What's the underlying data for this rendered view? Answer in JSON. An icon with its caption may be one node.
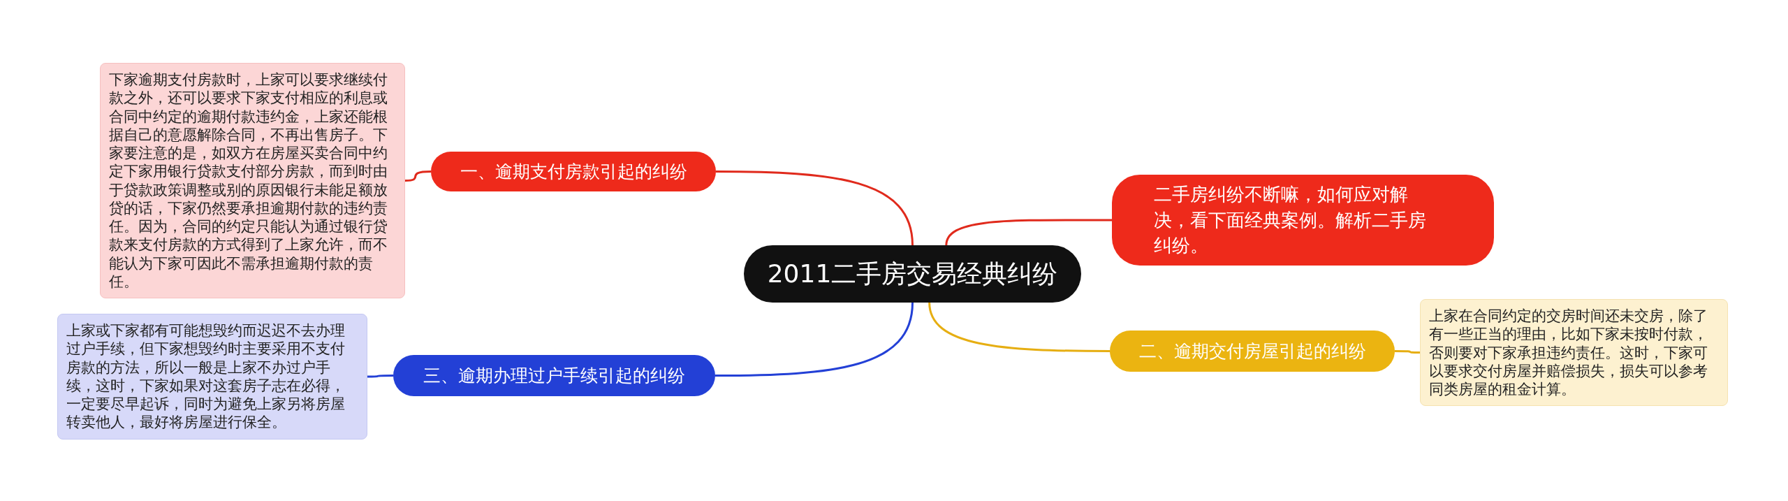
{
  "diagram": {
    "nodes": [
      {
        "text": [
          "2011二手房交易经典纠纷"
        ]
      },
      {
        "text": [
          "一、逾期支付房款引起的纠纷"
        ]
      },
      {
        "text": [
          "下家逾期支付房款时，上家可以要求继续付款之外，还可以要求下家支付相应的利息或合同中约定的逾期付款违约金，上家还能根据自己的意愿解除合同，不再出售房子。下家要注意的是，如双方在房屋买卖合同中约定下家用银行贷款支付部分房款，而到时由于贷款政策调整或别的原因银行未能足额放贷的话，下家仍然要承担逾期付款的违约责任。因为，合同的约定只能认为通过银行贷款来支付房款的方式得到了上家允许，而不能认为下家可因此不需承担逾期付款的责任。"
        ]
      },
      {
        "text": [
          "二手房纠纷不断嘛，如何应对解决，看下面经典案例。解析二手房纠纷。"
        ]
      },
      {
        "text": [
          "二、逾期交付房屋引起的纠纷"
        ]
      },
      {
        "text": [
          "上家在合同约定的交房时间还未交房，除了有一些正当的理由，比如下家未按时付款，否则要对下家承担违约责任。这时，下家可以要求交付房屋并赔偿损失，损失可以参考同类房屋的租金计算。"
        ]
      },
      {
        "text": [
          "三、逾期办理过户手续引起的纠纷"
        ]
      },
      {
        "text": [
          "上家或下家都有可能想毁约而迟迟不去办理过户手续，但下家想毁约时主要采用不支付房款的方法，所以一般是上家不办过户手续，这时，下家如果对这套房子志在必得，一定要尽早起诉，同时为避免上家另将房屋转卖他人，最好将房屋进行保全。"
        ]
      }
    ],
    "edges": [
      {
        "from": 0,
        "to": 1,
        "arrow": "none"
      },
      {
        "from": 1,
        "to": 2,
        "arrow": "none"
      },
      {
        "from": 0,
        "to": 3,
        "arrow": "none"
      },
      {
        "from": 0,
        "to": 4,
        "arrow": "none",
        "color": "#e6ae12"
      },
      {
        "from": 4,
        "to": 5,
        "arrow": "none",
        "color": "#e6ae12"
      },
      {
        "from": 0,
        "to": 6,
        "arrow": "none",
        "color": "#2340d6"
      },
      {
        "from": 6,
        "to": 7,
        "arrow": "none",
        "color": "#2340d6"
      }
    ]
  }
}
